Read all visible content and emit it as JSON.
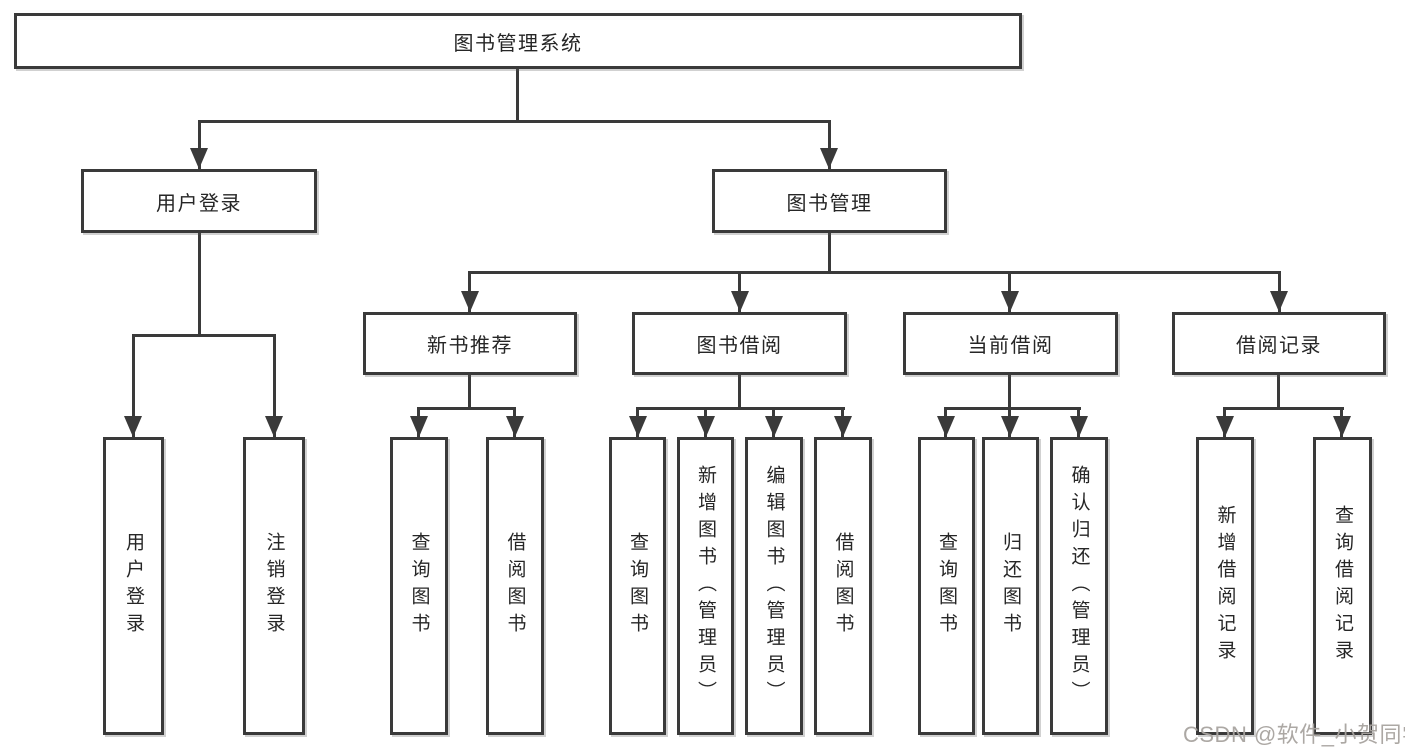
{
  "nodes": {
    "root": "图书管理系统",
    "level2": [
      "用户登录",
      "图书管理"
    ],
    "level3": [
      "新书推荐",
      "图书借阅",
      "当前借阅",
      "借阅记录"
    ],
    "login_children": [
      "用户登录",
      "注销登录"
    ],
    "newbook_children": [
      "查询图书",
      "借阅图书"
    ],
    "borrow_children": [
      "查询图书",
      "新增图书（管理员）",
      "编辑图书（管理员）",
      "借阅图书"
    ],
    "current_children": [
      "查询图书",
      "归还图书",
      "确认归还（管理员）"
    ],
    "records_children": [
      "新增借阅记录",
      "查询借阅记录"
    ]
  },
  "watermark": "CSDN @软件_小贺同学",
  "colors": {
    "line": "#3A3A3A",
    "box_border": "#3A3A3A",
    "box_fill": "#FFFFFF",
    "text": "#262626",
    "watermark": "#A8A39F",
    "background": "#FFFFFF"
  }
}
